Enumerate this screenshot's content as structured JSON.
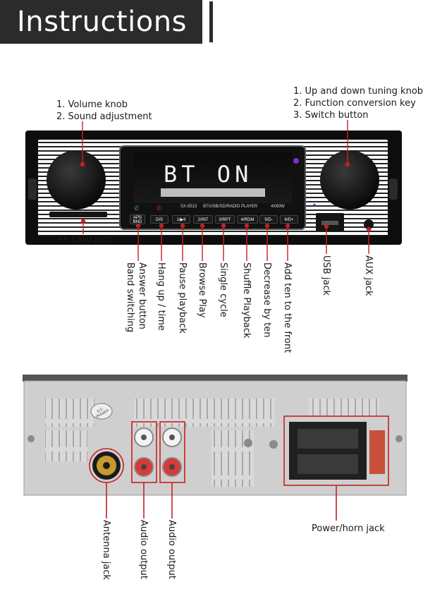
{
  "banner": {
    "title": "Instructions"
  },
  "front_notes": {
    "left": [
      "1. Volume knob",
      "2. Sound adjustment"
    ],
    "right": [
      "1. Up and down tuning knob",
      "2. Function conversion key",
      "3. Switch button"
    ]
  },
  "display": {
    "text": "BT ON",
    "model": "SX-5513",
    "mode": "BT/USB/SD/RADIO PLAYER",
    "power": "4X60W"
  },
  "buttons": [
    {
      "id": "aps",
      "label": "APS BND"
    },
    {
      "id": "dis",
      "label": "DIS"
    },
    {
      "id": "b1",
      "label": "1/▶II"
    },
    {
      "id": "b2",
      "label": "2/INT"
    },
    {
      "id": "b3",
      "label": "3/RPT"
    },
    {
      "id": "b4",
      "label": "4/RDM"
    },
    {
      "id": "b5",
      "label": "5/D-"
    },
    {
      "id": "b6",
      "label": "6/D+"
    }
  ],
  "front_labels": {
    "tf_card": "TF card jack",
    "answer": "Answer button",
    "band": "Band switching",
    "hangup": "Hang up / time",
    "pause": "Pause playback",
    "browse": "Browse Play",
    "single": "Single cycle",
    "shuffle": "Shuffle Playback",
    "decrease": "Decrease by ten",
    "add": "Add ten to the front",
    "usb": "USB jack",
    "aux": "AUX jack"
  },
  "rear": {
    "qc_stamp": "Q.C. PASSED",
    "antenna": "Antenna jack",
    "audio1": "Audio output",
    "audio2": "Audio output",
    "power": "Power/horn jack"
  },
  "colors": {
    "accent": "#c81e1e",
    "banner": "#2b2b2b"
  }
}
